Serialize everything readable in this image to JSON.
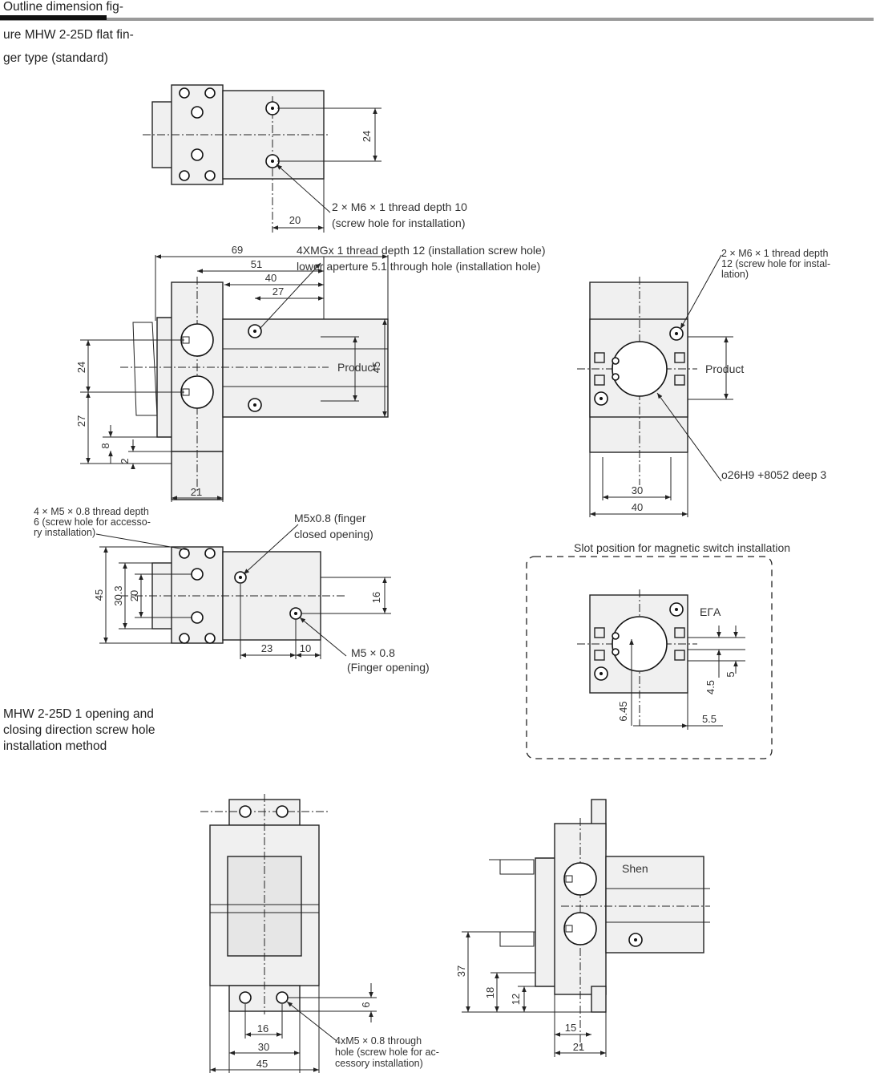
{
  "header": {
    "title_lines": [
      "Outline dimension fig-",
      "ure MHW 2-25D flat fin-",
      "ger type (standard)"
    ]
  },
  "section2": {
    "title_lines": [
      "MHW 2-25D 1 opening and",
      "closing direction screw hole",
      "installation method"
    ]
  },
  "top_view": {
    "dims": {
      "height": "24",
      "offset": "20"
    },
    "note_lines": [
      "2 × M6 × 1 thread depth 10",
      "(screw hole for installation)"
    ]
  },
  "front_view": {
    "dims": {
      "d69": "69",
      "d51": "51",
      "d40": "40",
      "d27": "27",
      "d24": "24",
      "d27v": "27",
      "d8": "8",
      "d2": "2",
      "d21": "21",
      "d45": "45"
    },
    "note_lines": [
      "4XMGx 1 thread depth 12 (installation screw hole)",
      "lower aperture 5.1 through hole (installation hole)"
    ],
    "product_label": "Product"
  },
  "side_view": {
    "note_lines": [
      "2 × M6 × 1 thread depth",
      "12 (screw hole for instal-",
      "lation)"
    ],
    "product_label": "Product",
    "bore_label": "ο26H9 +8052 deep 3",
    "dims": {
      "d30": "30",
      "d40": "40"
    }
  },
  "bottom_view": {
    "note_left_lines": [
      "4 × M5 × 0.8 thread depth",
      "6 (screw hole for accesso-",
      "ry installation)"
    ],
    "note_closed_lines": [
      "M5x0.8 (finger",
      "closed opening)"
    ],
    "note_open_lines": [
      "M5 × 0.8",
      "(Finger opening)"
    ],
    "dims": {
      "d45": "45",
      "d30_3": "30.3",
      "d20": "20",
      "d16": "16",
      "d23": "23",
      "d10": "10"
    }
  },
  "slot_view": {
    "title": "Slot position for magnetic switch installation",
    "label": "EΓA",
    "dims": {
      "d4_5": "4.5",
      "d5": "5",
      "d6_45": "6.45",
      "d5_5": "5.5"
    }
  },
  "install_front": {
    "dims": {
      "d6": "6",
      "d16": "16",
      "d30": "30",
      "d45": "45"
    },
    "note_lines": [
      "4xM5 × 0.8 through",
      "hole (screw hole for ac-",
      "cessory installation)"
    ]
  },
  "install_side": {
    "label": "Shen",
    "dims": {
      "d37": "37",
      "d18": "18",
      "d12": "12",
      "d15": "15",
      "d21": "21"
    }
  }
}
